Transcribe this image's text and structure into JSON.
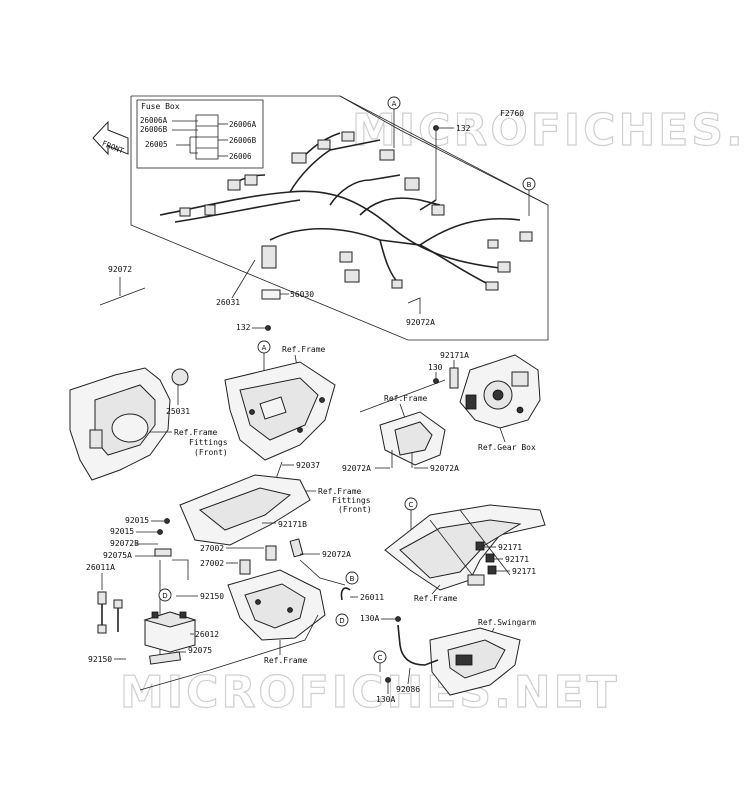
{
  "watermark": "MICROFICHES.NET",
  "front_arrow": "FRONT",
  "fuse_box": {
    "title": "Fuse Box",
    "left_labels": [
      "26006A",
      "26006B",
      "26005"
    ],
    "right_labels": [
      "26006A",
      "26006B",
      "26006"
    ]
  },
  "labels": {
    "p26031": "26031",
    "p56030": "56030",
    "p92072": "92072",
    "p92072A_top": "92072A",
    "p132_top": "132",
    "pF2760": "F2760",
    "p132_mid": "132",
    "ref_frame_1": "Ref.Frame",
    "p25031": "25031",
    "ref_fittings_front_1_a": "Ref.Frame",
    "ref_fittings_front_1_b": "Fittings",
    "ref_fittings_front_1_c": "(Front)",
    "p92171A": "92171A",
    "p130_right": "130",
    "ref_gear_box": "Ref.Gear Box",
    "ref_frame_2": "Ref.Frame",
    "p92072A_l": "92072A",
    "p92072A_r": "92072A",
    "p92037": "92037",
    "ref_fittings_front_2_a": "Ref.Frame",
    "ref_fittings_front_2_b": "Fittings",
    "ref_fittings_front_2_c": "(Front)",
    "p92171B": "92171B",
    "p92015_a": "92015",
    "p92015_b": "92015",
    "p92072B": "92072B",
    "p92075A": "92075A",
    "p26011A": "26011A",
    "p27002_a": "27002",
    "p27002_b": "27002",
    "p92072A_mid": "92072A",
    "p92150_a": "92150",
    "p26012": "26012",
    "p92075": "92075",
    "p92150_b": "92150",
    "ref_frame_3": "Ref.Frame",
    "p26011": "26011",
    "p92171_1": "92171",
    "p92171_2": "92171",
    "p92171_3": "92171",
    "ref_frame_4": "Ref.Frame",
    "ref_swingarm": "Ref.Swingarm",
    "p130A_a": "130A",
    "p92086": "92086",
    "p130A_b": "130A"
  },
  "callouts": {
    "A": "A",
    "B": "B",
    "C": "C",
    "D": "D"
  }
}
